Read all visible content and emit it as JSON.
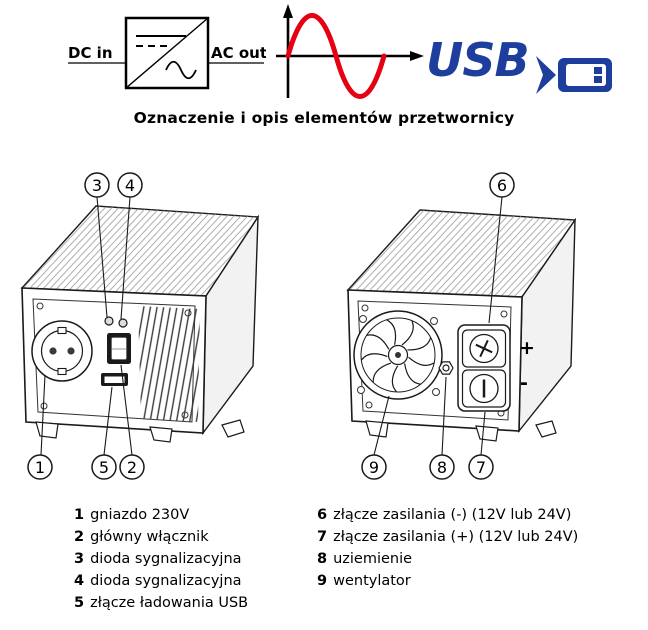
{
  "header": {
    "dc_in": "DC in",
    "ac_out": "AC out",
    "usb": "USB"
  },
  "title": "Oznaczenie i opis elementów przetwornicy",
  "callouts": {
    "front_top": [
      "3",
      "4"
    ],
    "front_bottom": [
      "1",
      "5",
      "2"
    ],
    "rear_top": [
      "6"
    ],
    "rear_bottom": [
      "9",
      "8",
      "7"
    ]
  },
  "terminal_labels": {
    "plus": "+",
    "minus": "-"
  },
  "legend": {
    "left": [
      {
        "num": "1",
        "text": "gniazdo 230V"
      },
      {
        "num": "2",
        "text": "główny włącznik"
      },
      {
        "num": "3",
        "text": "dioda sygnalizacyjna"
      },
      {
        "num": "4",
        "text": "dioda sygnalizacyjna"
      },
      {
        "num": "5",
        "text": "złącze ładowania USB"
      }
    ],
    "right": [
      {
        "num": "6",
        "text": "złącze zasilania (-) (12V lub 24V)"
      },
      {
        "num": "7",
        "text": "złącze zasilania (+) (12V lub 24V)"
      },
      {
        "num": "8",
        "text": "uziemienie"
      },
      {
        "num": "9",
        "text": "wentylator"
      }
    ]
  },
  "colors": {
    "accent_red": "#e60014",
    "usb_blue": "#1e3e9e",
    "ink": "#000000"
  }
}
